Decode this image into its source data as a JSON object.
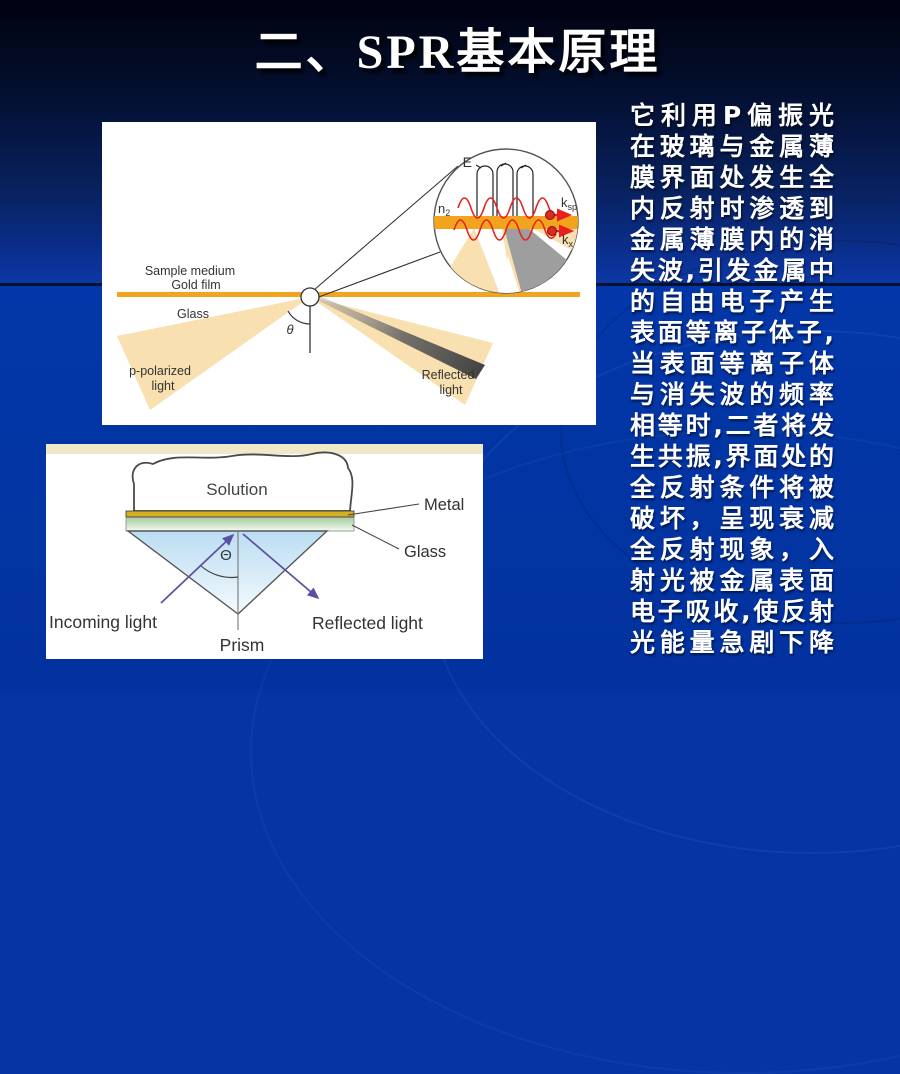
{
  "slide": {
    "title": "二、SPR基本原理"
  },
  "body": {
    "lines": [
      "它利用P偏振光",
      "在玻璃与金属薄",
      "膜界面处发生全",
      "内反射时渗透到",
      "金属薄膜内的消",
      "失波,引发金属中",
      "的自由电子产生",
      "表面等离子体子,",
      "当表面等离子体",
      "与消失波的频率",
      "相等时,二者将发",
      "生共振,界面处的",
      "全反射条件将被",
      "破坏，呈现衰减",
      "全反射现象，入",
      "射光被金属表面",
      "电子吸收,使反射",
      "光能量急剧下降"
    ]
  },
  "top_diagram": {
    "sample_medium": "Sample medium",
    "gold_film": "Gold film",
    "glass": "Glass",
    "p_polarized_line1": "p-polarized",
    "p_polarized_line2": "light",
    "reflected_line1": "Reflected",
    "reflected_line2": "light",
    "theta": "θ",
    "e_field": "E",
    "n_base": "n",
    "n_sub": "2",
    "ksp_base": "k",
    "ksp_sub": "sp",
    "kx_base": "k",
    "kx_sub": "x"
  },
  "bottom_diagram": {
    "solution": "Solution",
    "metal": "Metal",
    "glass": "Glass",
    "theta": "Θ",
    "incoming": "Incoming light",
    "reflected": "Reflected light",
    "prism": "Prism"
  },
  "colors": {
    "background_bottom": "#0234A2",
    "background_top": "#010211",
    "title_text": "#FFFFFF",
    "body_text": "#FFFFFF",
    "gold_film": "#F2A41F",
    "beam_tan": "#F8E0B0",
    "wave_red": "#E8211D",
    "gray_beam": "#9E9E9E",
    "arrow_purple": "#5A4FA0",
    "metal_yellow": "#D4AF1F",
    "prism_blue": "#C3E0F2"
  }
}
